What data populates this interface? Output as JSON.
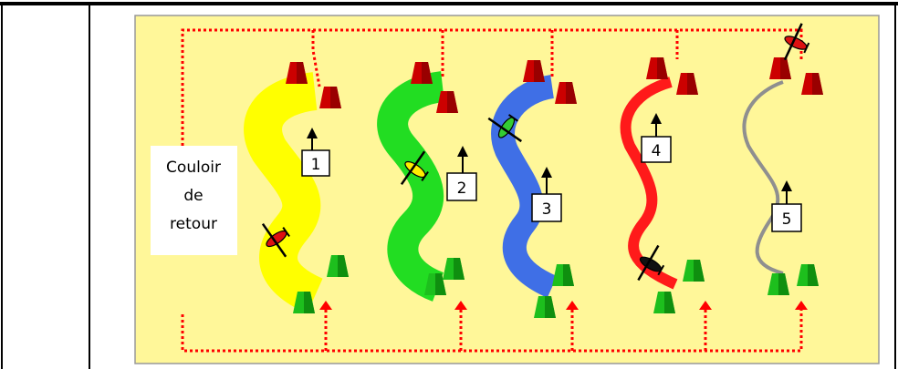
{
  "legend": {
    "lines": [
      "Couloir",
      "de",
      "retour"
    ]
  },
  "lanes": [
    {
      "label": "1",
      "color": "#ffff00",
      "thickness": "wide"
    },
    {
      "label": "2",
      "color": "#22dd22",
      "thickness": "wide"
    },
    {
      "label": "3",
      "color": "#3f6fe6",
      "thickness": "medium"
    },
    {
      "label": "4",
      "color": "#ff1a1a",
      "thickness": "thin"
    },
    {
      "label": "5",
      "color": "#8f8f8f",
      "thickness": "very-thin"
    }
  ],
  "colors": {
    "field": "#fff799",
    "return_path": "#ff0000",
    "start_cone": "#1dbf1d",
    "end_cone": "#cc0000",
    "frame": "#000000"
  },
  "icons": {
    "direction": "up-arrow-icon",
    "start_marker": "green-cone-icon",
    "finish_marker": "red-cone-icon",
    "plane": "toy-plane-icon"
  }
}
